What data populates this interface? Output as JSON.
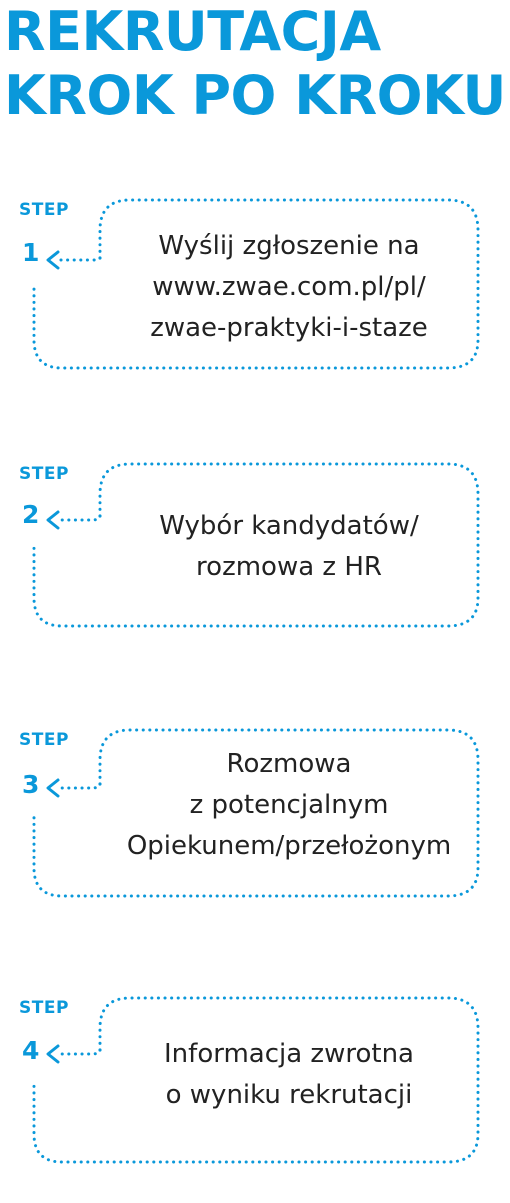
{
  "title": {
    "line1": "REKRUTACJA",
    "line2": "KROK PO KROKU"
  },
  "accent_color": "#0a98da",
  "text_color": "#222222",
  "steps": [
    {
      "label": "STEP",
      "number": "1",
      "lines": [
        "Wyślij zgłoszenie na",
        "www.zwae.com.pl/pl/",
        "zwae-praktyki-i-staze"
      ]
    },
    {
      "label": "STEP",
      "number": "2",
      "lines": [
        "Wybór kandydatów/",
        "rozmowa z HR"
      ]
    },
    {
      "label": "STEP",
      "number": "3",
      "lines": [
        "Rozmowa",
        "z potencjalnym",
        "Opiekunem/przełożonym"
      ]
    },
    {
      "label": "STEP",
      "number": "4",
      "lines": [
        "Informacja zwrotna",
        "o wyniku rekrutacji"
      ]
    }
  ]
}
